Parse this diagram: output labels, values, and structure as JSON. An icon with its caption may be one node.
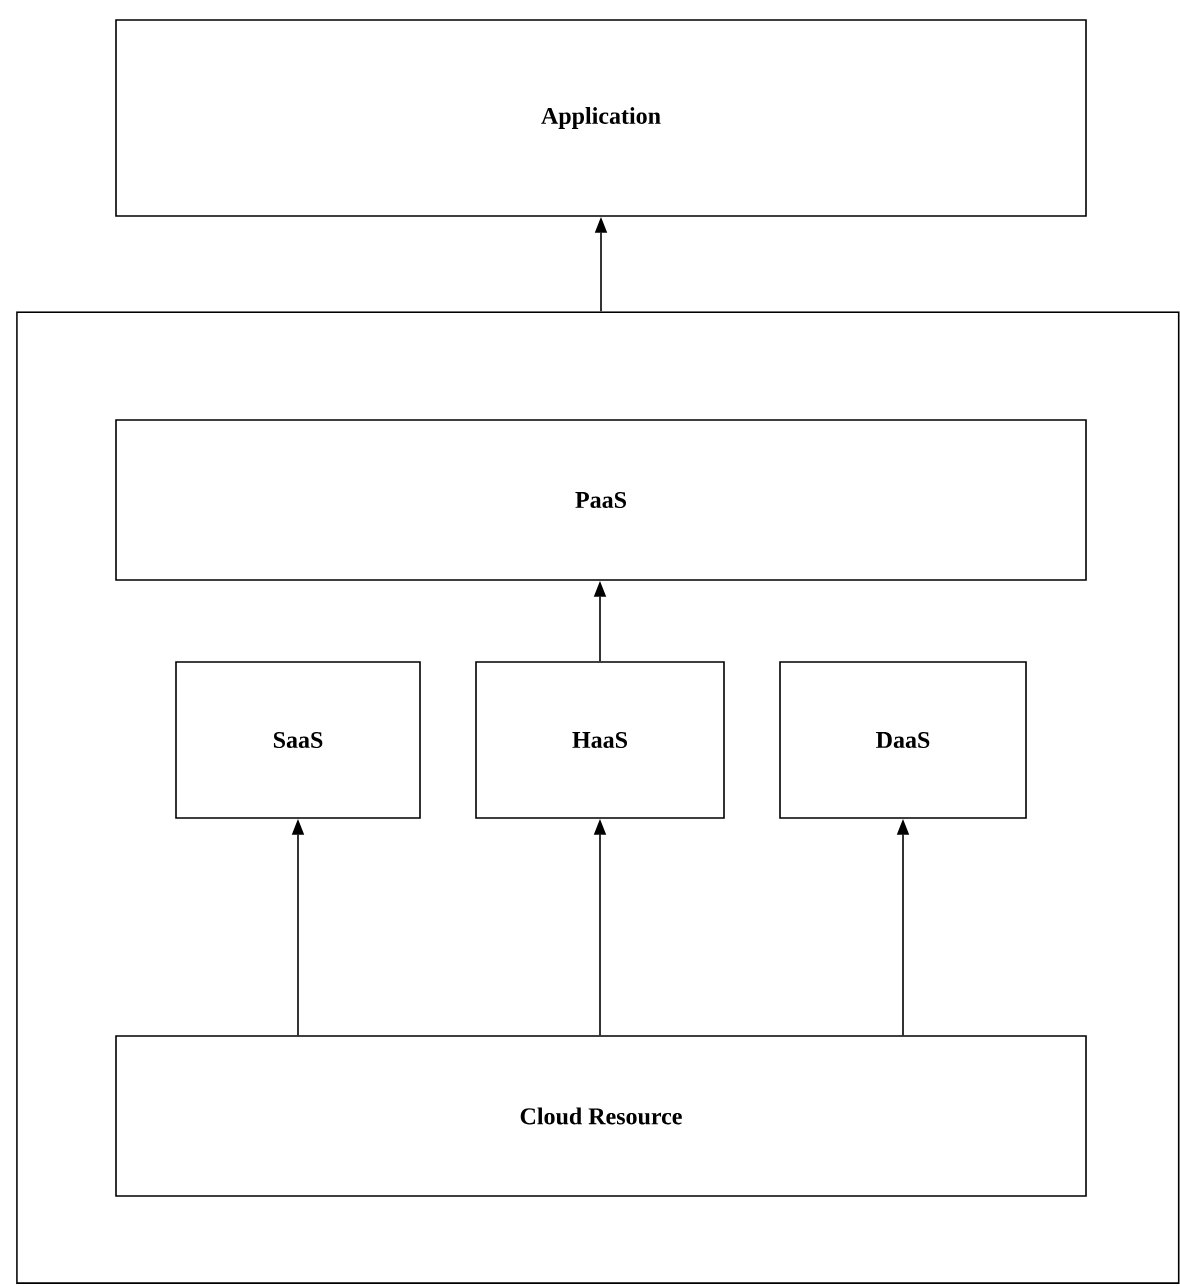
{
  "diagram": {
    "nodes": [
      {
        "text": [
          "Application"
        ]
      },
      {
        "text": [],
        "shape": "box"
      },
      {
        "text": [
          "PaaS"
        ],
        "in": 1
      },
      {
        "text": [
          "SaaS"
        ],
        "in": 1
      },
      {
        "text": [
          "HaaS"
        ],
        "in": 1
      },
      {
        "text": [
          "DaaS"
        ],
        "in": 1
      },
      {
        "text": [
          "Cloud Resource"
        ],
        "in": 1
      }
    ],
    "edges": [
      {
        "from": 1,
        "to": 0,
        "arrow": "to"
      },
      {
        "from": 4,
        "to": 2,
        "arrow": "to"
      },
      {
        "from": 6,
        "to": 3,
        "arrow": "to"
      },
      {
        "from": 6,
        "to": 4,
        "arrow": "to"
      },
      {
        "from": 6,
        "to": 5,
        "arrow": "to"
      }
    ]
  }
}
